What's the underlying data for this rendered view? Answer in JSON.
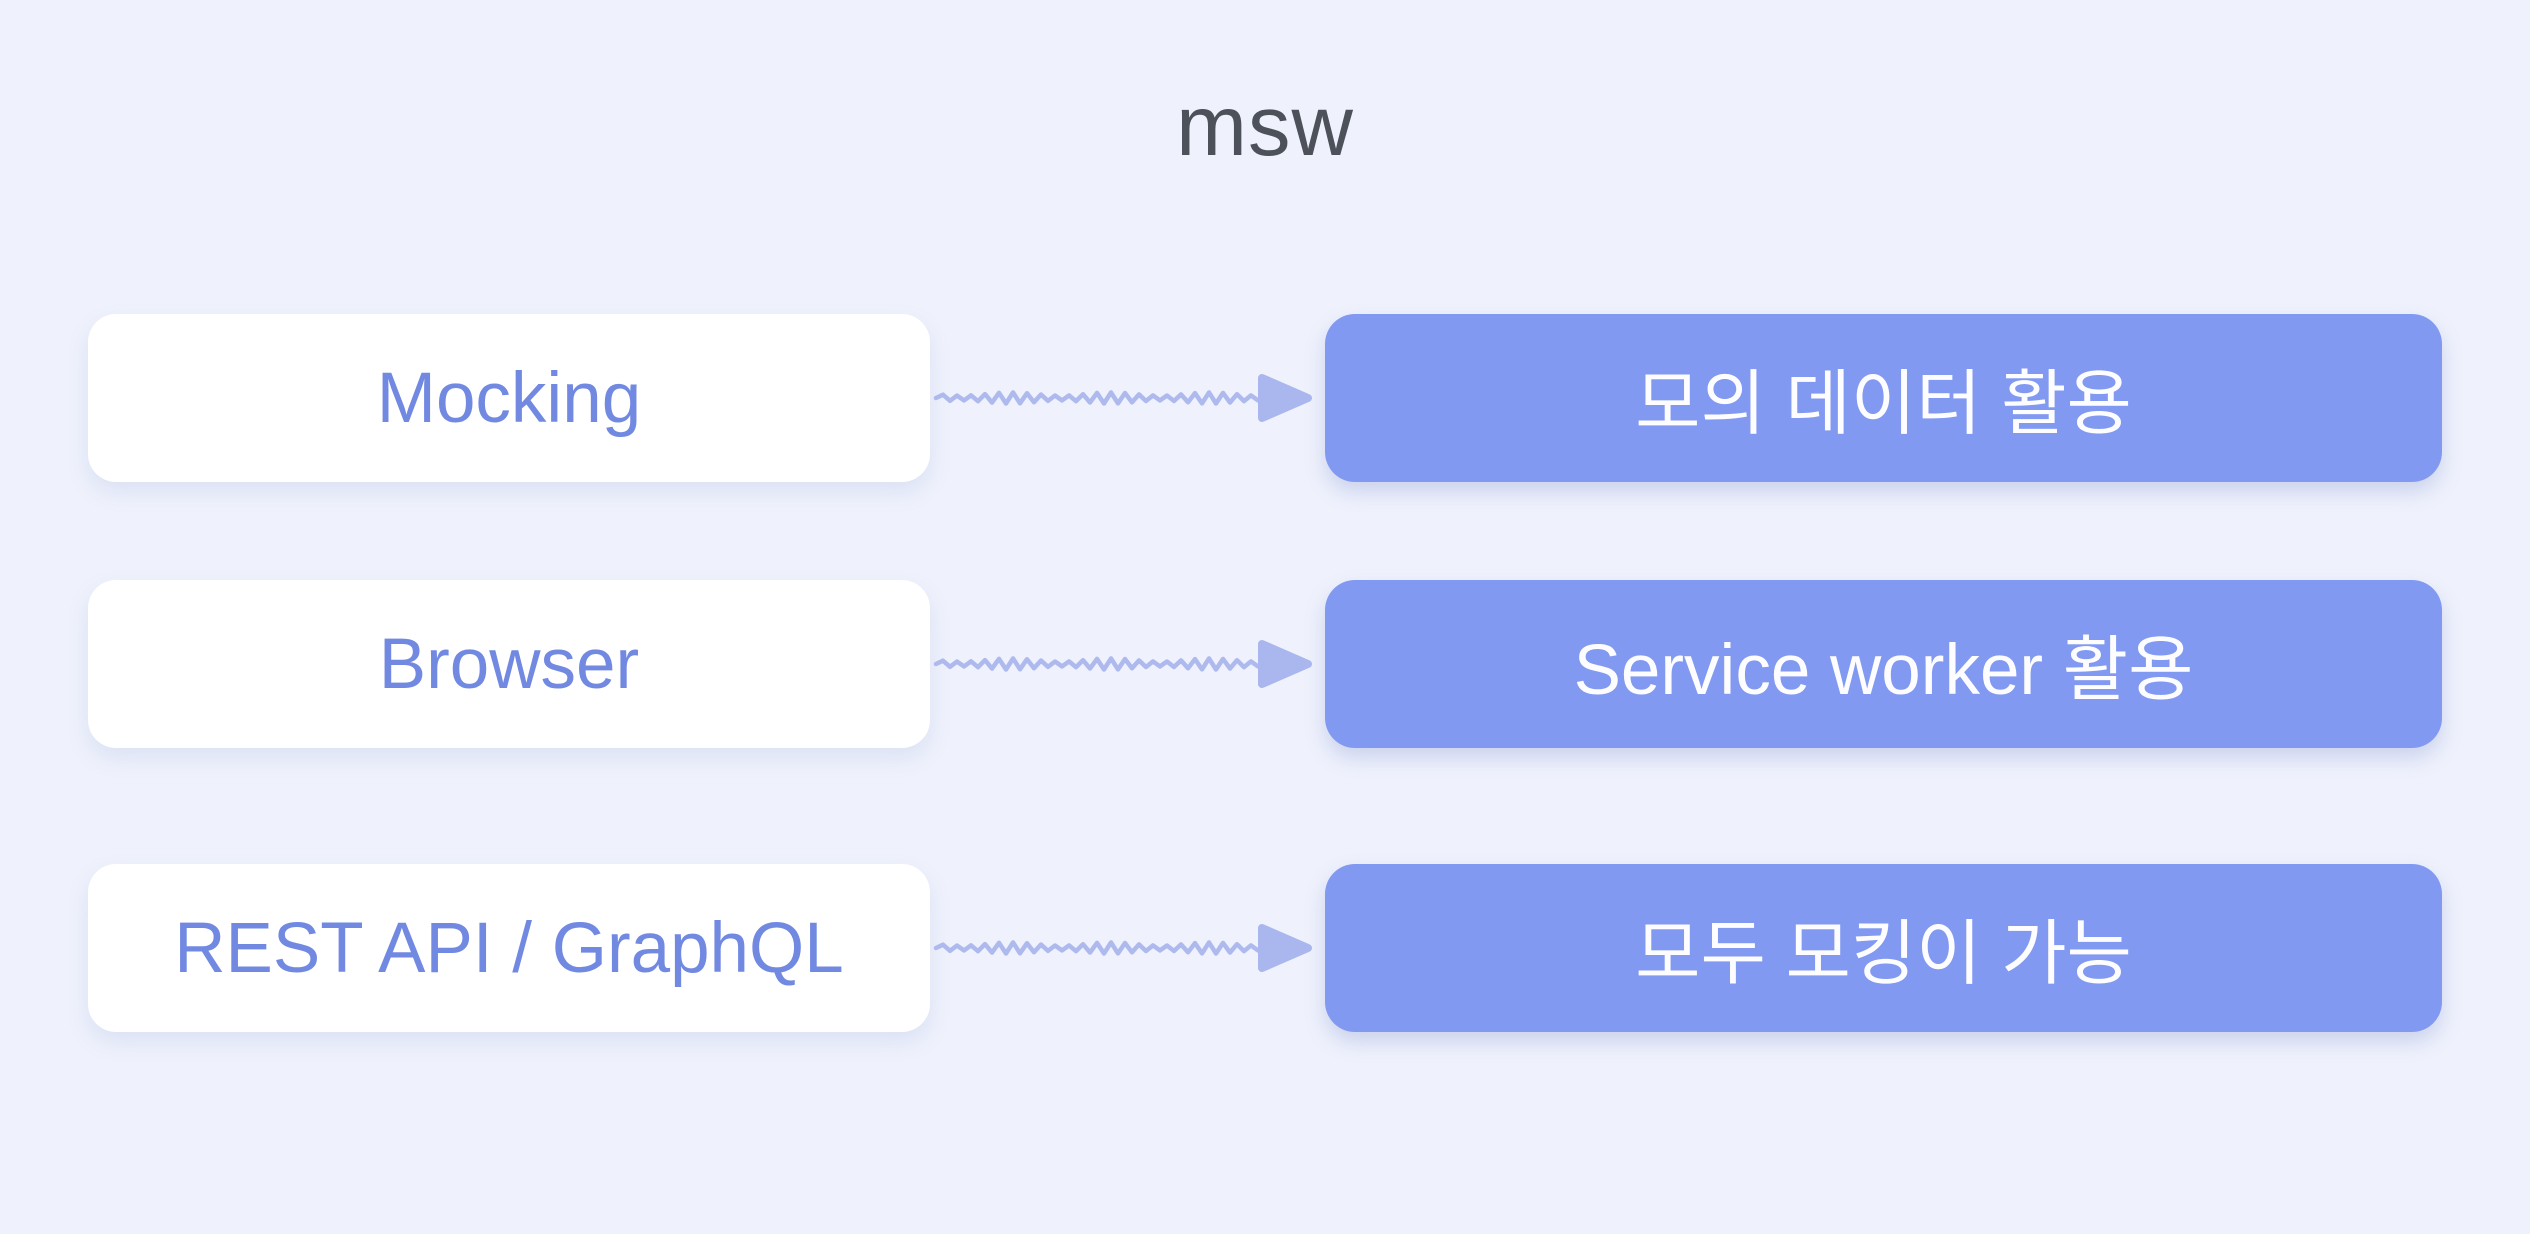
{
  "title": "msw",
  "rows": [
    {
      "source": "Mocking",
      "target": "모의 데이터 활용"
    },
    {
      "source": "Browser",
      "target": "Service worker 활용"
    },
    {
      "source": "REST API / GraphQL",
      "target": "모두 모킹이 가능"
    }
  ],
  "colors": {
    "background": "#eff2fc",
    "source_box": "#ffffff",
    "source_text": "#7289e2",
    "target_box": "#8299f2",
    "target_text": "#fdfdff",
    "arrow": "#aebaee",
    "title_text": "#4d525a"
  }
}
